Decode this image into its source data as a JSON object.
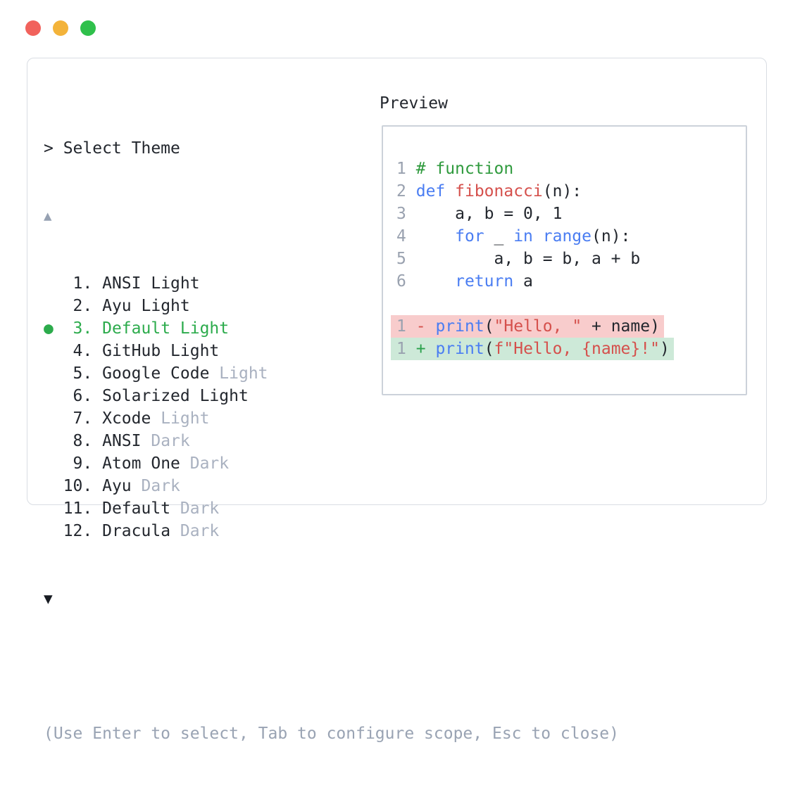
{
  "window": {
    "traffic_lights": [
      {
        "name": "close",
        "color": "#f1625c"
      },
      {
        "name": "minimize",
        "color": "#f3b33a"
      },
      {
        "name": "zoom",
        "color": "#2fc04b"
      }
    ]
  },
  "theme_picker": {
    "prompt": "> Select Theme",
    "scroll_up_indicator": "▲",
    "scroll_down_indicator": "▼",
    "selected_bullet": "●",
    "items": [
      {
        "num": "1",
        "label": "ANSI Light",
        "muted": "",
        "selected": false
      },
      {
        "num": "2",
        "label": "Ayu Light",
        "muted": "",
        "selected": false
      },
      {
        "num": "3",
        "label": "Default Light",
        "muted": "",
        "selected": true
      },
      {
        "num": "4",
        "label": "GitHub Light",
        "muted": "",
        "selected": false
      },
      {
        "num": "5",
        "label": "Google Code",
        "muted": "Light",
        "selected": false
      },
      {
        "num": "6",
        "label": "Solarized Light",
        "muted": "",
        "selected": false
      },
      {
        "num": "7",
        "label": "Xcode",
        "muted": "Light",
        "selected": false
      },
      {
        "num": "8",
        "label": "ANSI",
        "muted": "Dark",
        "selected": false
      },
      {
        "num": "9",
        "label": "Atom One",
        "muted": "Dark",
        "selected": false
      },
      {
        "num": "10",
        "label": "Ayu",
        "muted": "Dark",
        "selected": false
      },
      {
        "num": "11",
        "label": "Default",
        "muted": "Dark",
        "selected": false
      },
      {
        "num": "12",
        "label": "Dracula",
        "muted": "Dark",
        "selected": false
      }
    ],
    "hint": "(Use Enter to select, Tab to configure scope, Esc to close)"
  },
  "preview": {
    "label": "Preview",
    "code_lines": [
      {
        "tokens": [
          [
            "1",
            "ln"
          ],
          [
            " ",
            ""
          ],
          [
            "# function",
            "com"
          ]
        ]
      },
      {
        "tokens": [
          [
            "2",
            "ln"
          ],
          [
            " ",
            ""
          ],
          [
            "def",
            "kw"
          ],
          [
            " ",
            ""
          ],
          [
            "fibonacci",
            "fn"
          ],
          [
            "(n):",
            ""
          ]
        ]
      },
      {
        "tokens": [
          [
            "3",
            "ln"
          ],
          [
            " ",
            ""
          ],
          [
            "    a, b = 0, 1",
            ""
          ]
        ]
      },
      {
        "tokens": [
          [
            "4",
            "ln"
          ],
          [
            " ",
            ""
          ],
          [
            "    ",
            ""
          ],
          [
            "for",
            "kw"
          ],
          [
            " _ ",
            ""
          ],
          [
            "in",
            "kw"
          ],
          [
            " ",
            ""
          ],
          [
            "range",
            "kw"
          ],
          [
            "(n):",
            ""
          ]
        ]
      },
      {
        "tokens": [
          [
            "5",
            "ln"
          ],
          [
            " ",
            ""
          ],
          [
            "        a, b = b, a + b",
            ""
          ]
        ]
      },
      {
        "tokens": [
          [
            "6",
            "ln"
          ],
          [
            " ",
            ""
          ],
          [
            "    ",
            ""
          ],
          [
            "return",
            "kw"
          ],
          [
            " a",
            ""
          ]
        ]
      },
      {
        "blank": true
      },
      {
        "diff": "removed",
        "tokens": [
          [
            "1",
            "ln"
          ],
          [
            " ",
            ""
          ],
          [
            "-",
            "minus"
          ],
          [
            " ",
            ""
          ],
          [
            "print",
            "kw"
          ],
          [
            "(",
            ""
          ],
          [
            "\"Hello, \"",
            "str"
          ],
          [
            " + name)",
            ""
          ]
        ]
      },
      {
        "diff": "added",
        "tokens": [
          [
            "1",
            "ln"
          ],
          [
            " ",
            ""
          ],
          [
            "+",
            "plus"
          ],
          [
            " ",
            ""
          ],
          [
            "print",
            "kw"
          ],
          [
            "(",
            ""
          ],
          [
            "f\"Hello, {name}!\"",
            "str"
          ],
          [
            ")",
            ""
          ]
        ]
      }
    ]
  },
  "colors": {
    "selected_green": "#2cab4c",
    "keyword_blue": "#4a7df2",
    "string_red": "#d5504c",
    "comment_green": "#2f9a3d",
    "muted_gray": "#a9b1c0",
    "removed_bg": "#f8cccc",
    "added_bg": "#cde9d8"
  }
}
